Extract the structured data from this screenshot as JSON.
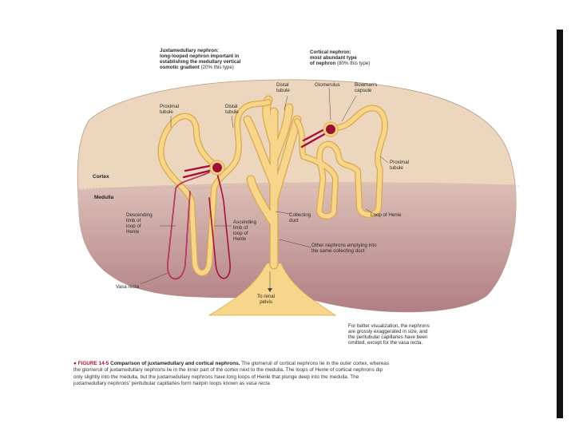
{
  "header": {
    "juxta_title": [
      "Juxtamedullary nephron:",
      "long-looped nephron important in",
      "establishing the medullary vertical",
      "osmotic gradient"
    ],
    "juxta_percent": "(20% this type)",
    "cortical_title": [
      "Cortical nephron:",
      "most abundant type",
      "of nephron"
    ],
    "cortical_percent": "(80% this type)"
  },
  "regions": {
    "cortex": "Cortex",
    "medulla": "Medulla"
  },
  "labels": {
    "proximal_tubule_left": [
      "Proximal",
      "tubule"
    ],
    "distal_tubule_left": [
      "Distal",
      "tubule"
    ],
    "distal_tubule_top": [
      "Distal",
      "tubule"
    ],
    "glomerulus": "Glomerulus",
    "bowmans_capsule": [
      "Bowman's",
      "capsule"
    ],
    "proximal_tubule_right": [
      "Proximal",
      "tubule"
    ],
    "loop_of_henle_right": "Loop of Henle",
    "descending_limb": [
      "Descending",
      "limb of",
      "loop of",
      "Henle"
    ],
    "ascending_limb": [
      "Ascending",
      "limb of",
      "loop of",
      "Henle"
    ],
    "collecting_duct": [
      "Collecting",
      "duct"
    ],
    "other_nephrons": [
      "Other nephrons emptying into",
      "the same collecting duct"
    ],
    "vasa_recta": "Vasa recta",
    "to_renal_pelvis": [
      "To renal",
      "pelvis"
    ]
  },
  "note": [
    "For better visualization, the nephrons",
    "are grossly exaggerated in size, and",
    "the peritubular capillaries have been",
    "omitted, except for the vasa recta."
  ],
  "caption": {
    "bullet": "●",
    "figure": "FIGURE 14-5",
    "title": "Comparison of juxtamedullary and cortical nephrons.",
    "body_1": "The glomeruli of cortical nephrons lie in the outer cortex, whereas the glomeruli of juxtamedullary nephrons lie in the inner part of the cortex next to the medulla. The loops of Henle of cortical nephrons dip only slightly into the medulla, but the juxtamedullary nephrons have long loops of Henle that plunge deep into the medulla. The juxtamedullary nephrons' peritubular capillaries form hairpin loops known as",
    "body_italic": "vasa recta",
    "body_end": "."
  },
  "colors": {
    "cortex": "#ecd6bd",
    "medulla_top": "#d8b4ac",
    "medulla_bottom": "#ae7780",
    "tubule": "#f7d58a",
    "tubule_edge": "#d9a94a",
    "vessel": "#a8103f",
    "vessel_light": "#d8557a"
  }
}
